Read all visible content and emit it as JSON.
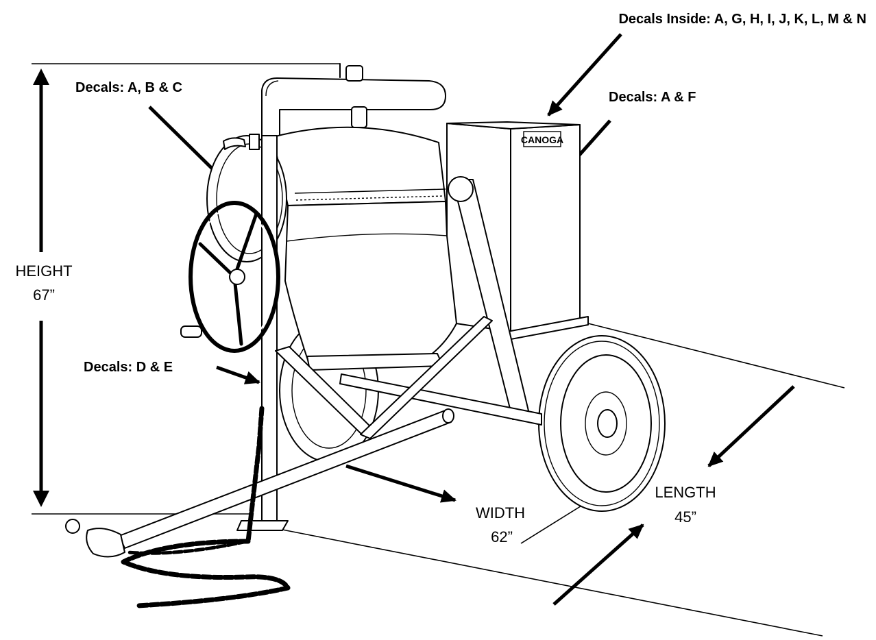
{
  "labels": {
    "decals_inside": "Decals Inside:  A, G, H, I, J, K, L, M & N",
    "decals_abc": "Decals:  A, B & C",
    "decals_af": "Decals:  A & F",
    "decals_de": "Decals:  D & E",
    "height_label": "HEIGHT",
    "height_value": "67”",
    "width_label": "WIDTH",
    "width_value": "62”",
    "length_label": "LENGTH",
    "length_value": "45”",
    "brand": "CANOGA"
  }
}
